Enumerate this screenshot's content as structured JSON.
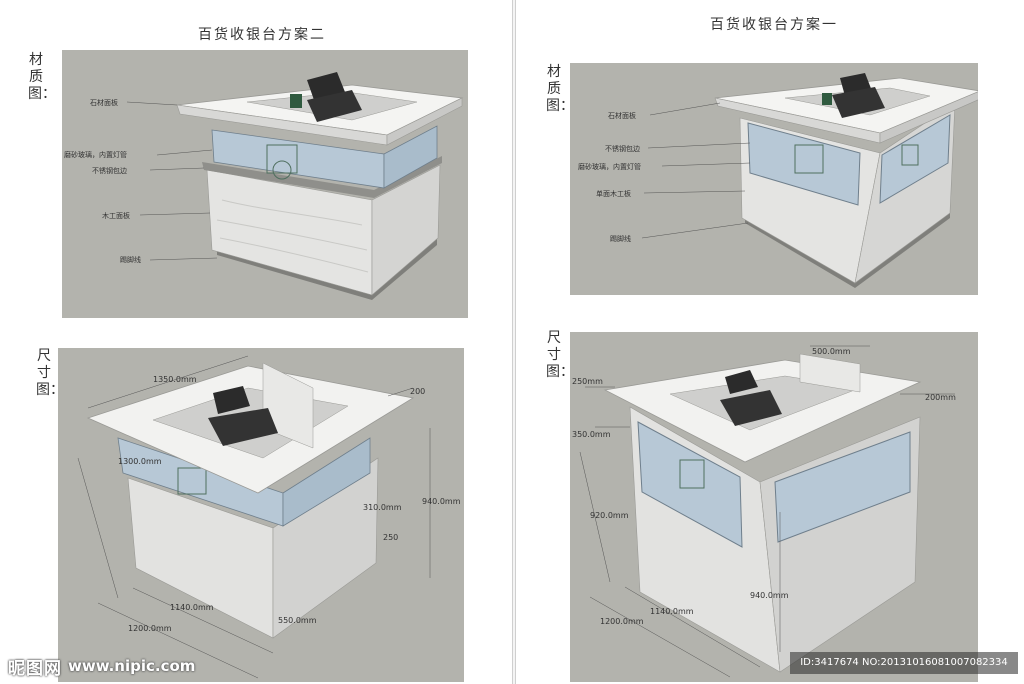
{
  "left_sheet": {
    "title": "百货收银台方案二",
    "material_label": "材质图：",
    "dimension_label": "尺寸图：",
    "annotations": {
      "stone": "石材面板",
      "glass": "磨砂玻璃，内置灯管",
      "steel": "不锈钢包边",
      "wood": "木工面板",
      "skirting": "踢脚线"
    },
    "dimensions": {
      "top_width": "1350.0mm",
      "rim": "200",
      "depth": "1300.0mm",
      "height": "940.0mm",
      "band": "310.0mm",
      "step": "250",
      "base_width": "1140.0mm",
      "base_length": "1200.0mm",
      "base_depth": "550.0mm"
    }
  },
  "right_sheet": {
    "title": "百货收银台方案一",
    "material_label": "材质图：",
    "dimension_label": "尺寸图：",
    "annotations": {
      "stone": "石材面板",
      "steel": "不锈钢包边",
      "glass": "磨砂玻璃，内置灯管",
      "wood": "单面木工板",
      "skirting": "踢脚线"
    },
    "dimensions": {
      "opening": "500.0mm",
      "edge": "250mm",
      "rim": "200mm",
      "band": "350.0mm",
      "depth": "920.0mm",
      "height": "940.0mm",
      "base_width": "1140.0mm",
      "base_length": "1200.0mm"
    }
  },
  "watermark": {
    "logo": "昵图网",
    "url": "www.nipic.com",
    "id_text": "ID:3417674 NO:20131016081007082334"
  },
  "colors": {
    "panel_bg": "#b3b3ad",
    "counter_wood": "#e2e2e0",
    "counter_top": "#f4f4f2",
    "glass": "#b7c8d6",
    "register": "#2b2b2b"
  }
}
